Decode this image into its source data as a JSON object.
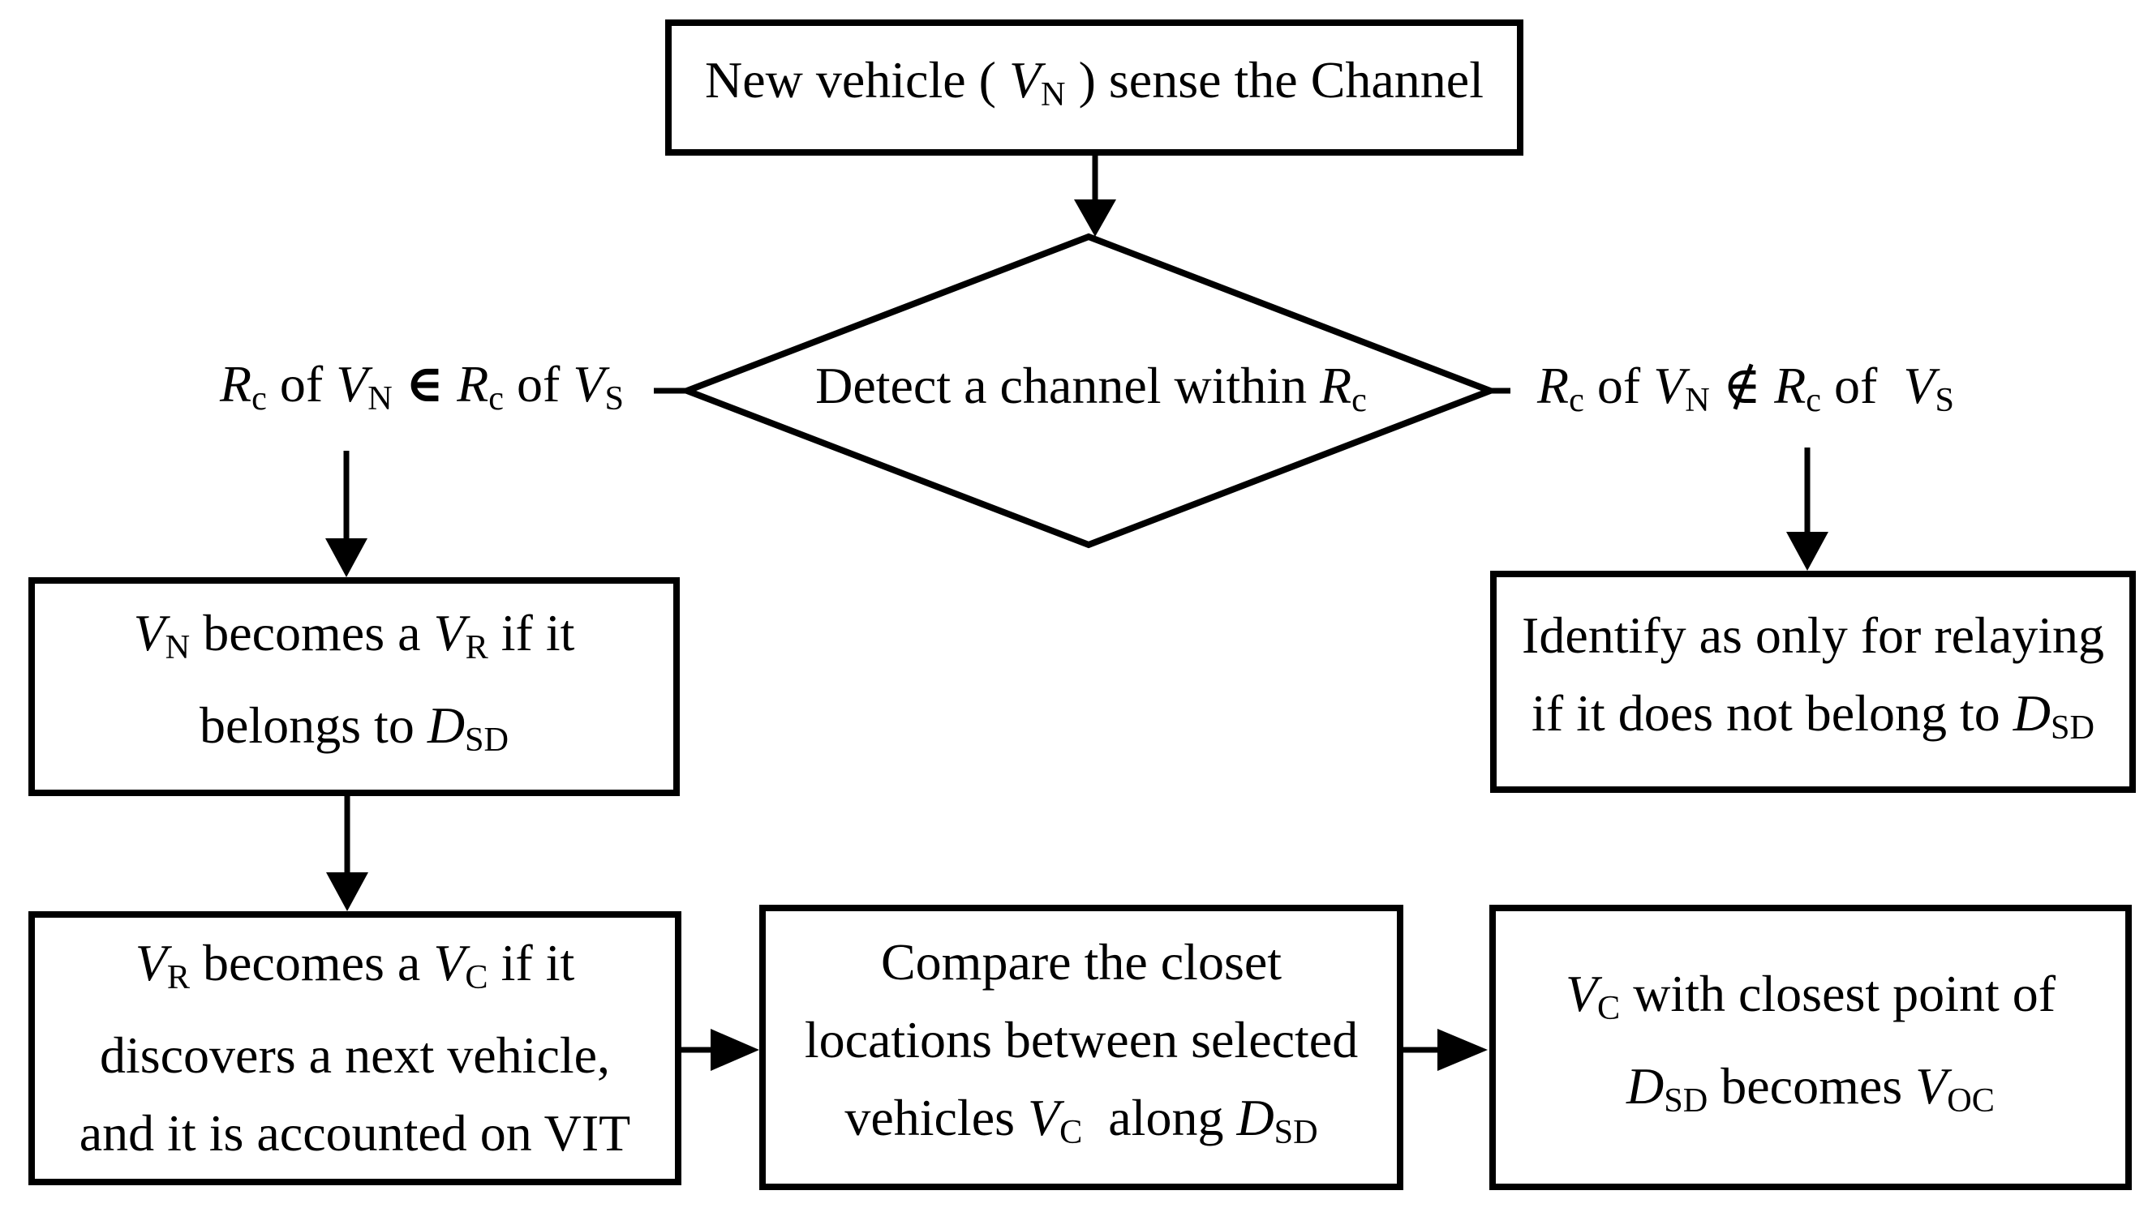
{
  "colors": {
    "foreground": "#000000",
    "background": "#ffffff"
  },
  "nodes": {
    "start": {
      "type": "process",
      "lines": [
        [
          {
            "t": "New vehicle ( "
          },
          {
            "t": "V",
            "st": "i"
          },
          {
            "t": "N",
            "st": "sub"
          },
          {
            "t": " ) sense the Channel"
          }
        ]
      ]
    },
    "decision": {
      "type": "decision",
      "lines": [
        [
          {
            "t": "Detect a channel within "
          },
          {
            "t": "R",
            "st": "i"
          },
          {
            "t": "c",
            "st": "sub"
          }
        ]
      ]
    },
    "branch_in_range_label": {
      "type": "edge-label",
      "lines": [
        [
          {
            "t": "R",
            "st": "i"
          },
          {
            "t": "c",
            "st": "sub"
          },
          {
            "t": " of "
          },
          {
            "t": "V",
            "st": "i"
          },
          {
            "t": "N",
            "st": "sub"
          },
          {
            "t": " "
          },
          {
            "t": "∈",
            "st": "b"
          },
          {
            "t": " "
          },
          {
            "t": "R",
            "st": "i"
          },
          {
            "t": "c",
            "st": "sub"
          },
          {
            "t": " of "
          },
          {
            "t": "V",
            "st": "i"
          },
          {
            "t": "S",
            "st": "sub"
          }
        ]
      ]
    },
    "branch_not_in_range_label": {
      "type": "edge-label",
      "lines": [
        [
          {
            "t": "R",
            "st": "i"
          },
          {
            "t": "c",
            "st": "sub"
          },
          {
            "t": " of "
          },
          {
            "t": "V",
            "st": "i"
          },
          {
            "t": "N",
            "st": "sub"
          },
          {
            "t": " ∉ "
          },
          {
            "t": "R",
            "st": "i"
          },
          {
            "t": "c",
            "st": "sub"
          },
          {
            "t": " of  "
          },
          {
            "t": "V",
            "st": "i"
          },
          {
            "t": "S",
            "st": "sub"
          }
        ]
      ]
    },
    "becomes_relay": {
      "type": "process",
      "lines": [
        [
          {
            "t": "V",
            "st": "i"
          },
          {
            "t": "N",
            "st": "sub"
          },
          {
            "t": " becomes a "
          },
          {
            "t": "V",
            "st": "i"
          },
          {
            "t": "R",
            "st": "sub"
          },
          {
            "t": " if it"
          }
        ],
        [
          {
            "t": "belongs to "
          },
          {
            "t": "D",
            "st": "i"
          },
          {
            "t": "SD",
            "st": "sub"
          }
        ]
      ]
    },
    "only_relaying": {
      "type": "process",
      "lines": [
        [
          {
            "t": "Identify as only for relaying"
          }
        ],
        [
          {
            "t": "if it does not belong to "
          },
          {
            "t": "D",
            "st": "i"
          },
          {
            "t": "SD",
            "st": "sub"
          }
        ]
      ]
    },
    "becomes_candidate": {
      "type": "process",
      "lines": [
        [
          {
            "t": "V",
            "st": "i"
          },
          {
            "t": "R",
            "st": "sub"
          },
          {
            "t": " becomes a "
          },
          {
            "t": "V",
            "st": "i"
          },
          {
            "t": "C",
            "st": "sub"
          },
          {
            "t": " if it"
          }
        ],
        [
          {
            "t": "discovers a next vehicle,"
          }
        ],
        [
          {
            "t": "and it is accounted on VIT"
          }
        ]
      ]
    },
    "compare_locations": {
      "type": "process",
      "lines": [
        [
          {
            "t": "Compare the closet"
          }
        ],
        [
          {
            "t": "locations between selected"
          }
        ],
        [
          {
            "t": "vehicles "
          },
          {
            "t": "V",
            "st": "i"
          },
          {
            "t": "C",
            "st": "sub"
          },
          {
            "t": "  along "
          },
          {
            "t": "D",
            "st": "i"
          },
          {
            "t": "SD",
            "st": "sub"
          }
        ]
      ]
    },
    "becomes_optimal": {
      "type": "process",
      "lines": [
        [
          {
            "t": "V",
            "st": "i"
          },
          {
            "t": "C",
            "st": "sub"
          },
          {
            "t": " with closest point of"
          }
        ],
        [
          {
            "t": "D",
            "st": "i"
          },
          {
            "t": "SD",
            "st": "sub"
          },
          {
            "t": " becomes "
          },
          {
            "t": "V",
            "st": "i"
          },
          {
            "t": "OC",
            "st": "sub"
          }
        ]
      ]
    }
  },
  "edges": [
    {
      "from": "start",
      "to": "decision"
    },
    {
      "from": "decision",
      "to": "becomes_relay",
      "label_node": "branch_in_range_label"
    },
    {
      "from": "decision",
      "to": "only_relaying",
      "label_node": "branch_not_in_range_label"
    },
    {
      "from": "becomes_relay",
      "to": "becomes_candidate"
    },
    {
      "from": "becomes_candidate",
      "to": "compare_locations"
    },
    {
      "from": "compare_locations",
      "to": "becomes_optimal"
    }
  ]
}
